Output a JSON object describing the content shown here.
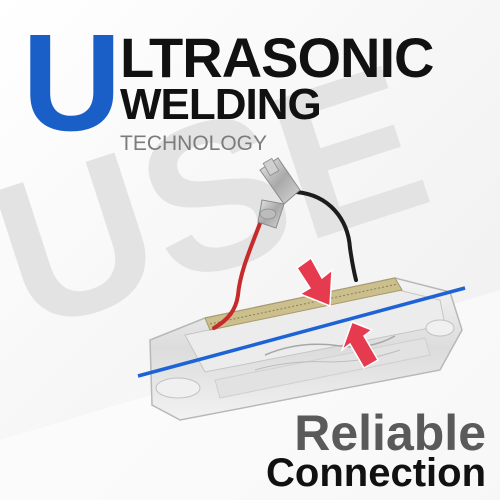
{
  "headline": {
    "initial": "U",
    "line1": "LTRASONIC",
    "line2": "WELDING",
    "line3": "TECHNOLOGY"
  },
  "watermark": {
    "letters": "USE"
  },
  "footer": {
    "line1": "Reliable",
    "line2": "Connection"
  },
  "colors": {
    "accent_blue": "#1a5fc8",
    "weld_line_blue": "#1e63d6",
    "arrow_red": "#e63a4f",
    "text_dark": "#111111",
    "text_gray": "#7c7c7c",
    "text_mid_gray": "#5a5a5a"
  }
}
